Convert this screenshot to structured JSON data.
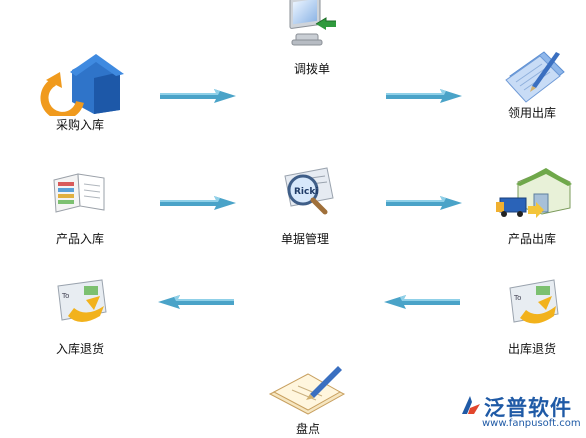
{
  "nodes": {
    "transfer": {
      "label": "调拨单",
      "icon": "monitor-arrow-icon"
    },
    "purchase_in": {
      "label": "采购入库",
      "icon": "house-refresh-icon"
    },
    "requisition_out": {
      "label": "领用出库",
      "icon": "paper-pen-icon"
    },
    "product_in": {
      "label": "产品入库",
      "icon": "catalog-book-icon"
    },
    "doc_manage": {
      "label": "单据管理",
      "icon": "magnifier-card-icon"
    },
    "product_out": {
      "label": "产品出库",
      "icon": "warehouse-truck-icon"
    },
    "in_return": {
      "label": "入库退货",
      "icon": "card-return-icon"
    },
    "out_return": {
      "label": "出库退货",
      "icon": "card-return-icon"
    },
    "inventory": {
      "label": "盘点",
      "icon": "notepad-pencil-icon"
    }
  },
  "brand": {
    "name": "泛普软件",
    "url": "www.fanpusoft.com",
    "icon": "fanpu-logo-icon"
  },
  "colors": {
    "arrow": "#4aa3c8",
    "brand": "#1f5aa6"
  }
}
